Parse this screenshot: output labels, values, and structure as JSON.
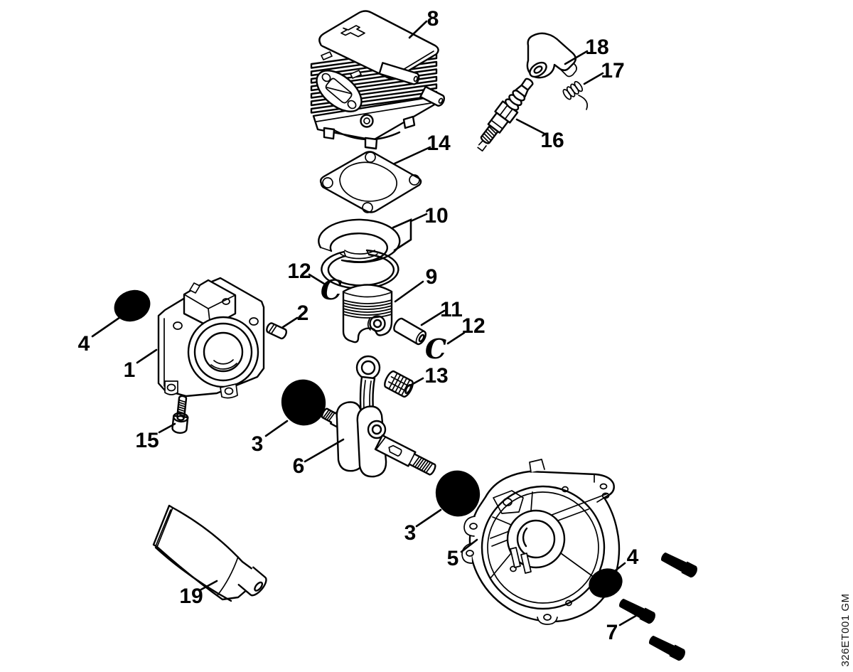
{
  "diagram": {
    "drawing_id": "326ET001 GM",
    "circlip_glyph": "C",
    "colors": {
      "line": "#000000",
      "background": "#ffffff"
    },
    "callouts": {
      "c1": "1",
      "c2": "2",
      "c3a": "3",
      "c3b": "3",
      "c4a": "4",
      "c4b": "4",
      "c5": "5",
      "c6": "6",
      "c7": "7",
      "c8": "8",
      "c9": "9",
      "c10": "10",
      "c11": "11",
      "c12a": "12",
      "c12b": "12",
      "c13": "13",
      "c14": "14",
      "c15": "15",
      "c16": "16",
      "c17": "17",
      "c18": "18",
      "c19": "19"
    }
  }
}
